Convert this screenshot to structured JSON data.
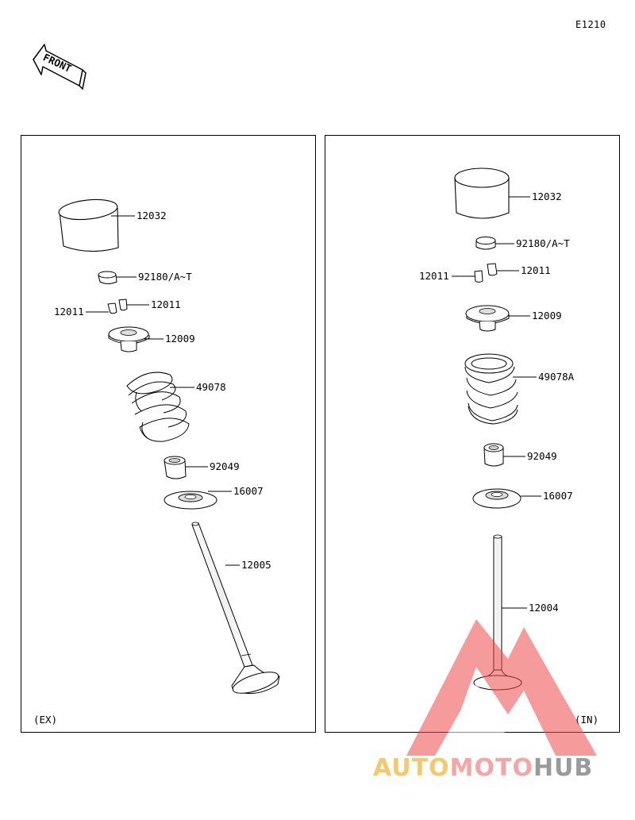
{
  "diagram_code": "E1210",
  "front_label": "FRONT",
  "panels": {
    "exhaust": {
      "label": "(EX)",
      "parts": {
        "lifter": "12032",
        "shim": "92180/A~T",
        "cotter_left": "12011",
        "cotter_right": "12011",
        "retainer": "12009",
        "spring": "49078",
        "seal": "92049",
        "seat": "16007",
        "valve": "12005"
      }
    },
    "intake": {
      "label": "(IN)",
      "parts": {
        "lifter": "12032",
        "shim": "92180/A~T",
        "cotter_left": "12011",
        "cotter_right": "12011",
        "retainer": "12009",
        "spring": "49078A",
        "seal": "92049",
        "seat": "16007",
        "valve": "12004"
      }
    }
  },
  "watermark": {
    "part1": "AUTO",
    "part2": "MOTO",
    "part3": "HUB",
    "colors": [
      "#f6c86d",
      "#f4a6a6",
      "#9a9a9a"
    ]
  }
}
